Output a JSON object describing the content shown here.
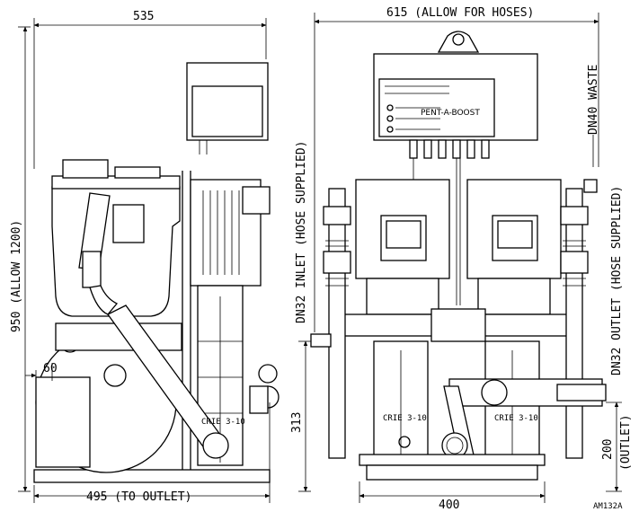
{
  "dimensions": {
    "left_width": "535",
    "right_width": "615 (ALLOW FOR HOSES)",
    "height": "950 (ALLOW 1200)",
    "offset_60": "60",
    "to_outlet": "495 (TO OUTLET)",
    "base_width": "400",
    "height_313": "313",
    "height_200": "200",
    "outlet_paren": "(OUTLET)"
  },
  "labels": {
    "inlet": "DN32 INLET (HOSE SUPPLIED)",
    "waste": "DN40 WASTE",
    "outlet": "DN32 OUTLET (HOSE SUPPLIED)",
    "brand": "PENT-A-BOOST",
    "pump_left": "CRIE 3-10",
    "pump_right": "CRIE 3-10",
    "pump_side": "CRIE 3-10",
    "drawing_code": "AM132A"
  }
}
